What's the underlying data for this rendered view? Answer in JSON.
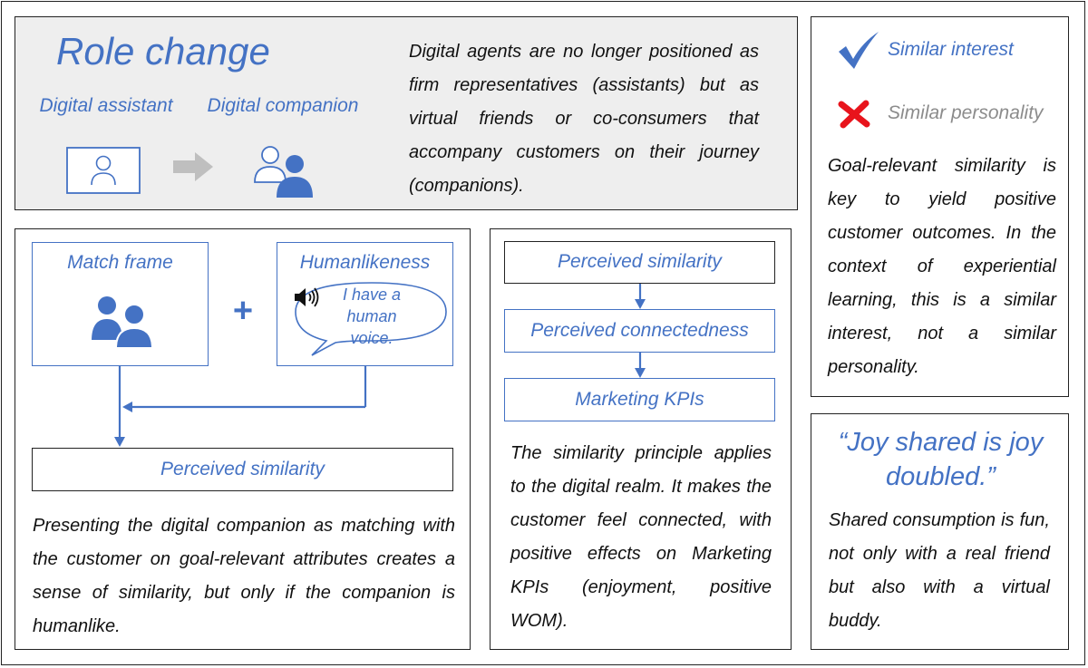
{
  "role_change": {
    "title": "Role change",
    "left_label": "Digital assistant",
    "right_label": "Digital companion",
    "description": "Digital agents are no longer positioned as firm representatives (assistants) but as virtual friends or co-consumers that accompany customers on their journey (companions)."
  },
  "similarity_types": {
    "positive_label": "Similar interest",
    "negative_label": "Similar personality",
    "description": "Goal-relevant similarity is key to yield positive customer outcomes. In the context of experiential learning, this is a similar interest, not a similar personality."
  },
  "match_panel": {
    "match_frame_label": "Match frame",
    "plus": "+",
    "humanlikeness_label": "Humanlikeness",
    "speech_bubble": "I have a human voice.",
    "result_label": "Perceived similarity",
    "description": "Presenting the digital companion as matching with the customer on goal-relevant attributes creates a sense of similarity, but only if the companion is humanlike."
  },
  "flow_panel": {
    "step1": "Perceived similarity",
    "step2": "Perceived connectedness",
    "step3": "Marketing KPIs",
    "description": "The similarity principle applies to the digital realm. It makes the customer feel connected, with positive effects on Marketing KPIs (enjoyment, positive WOM)."
  },
  "quote_panel": {
    "quote": "“Joy shared is joy doubled.”",
    "description": "Shared consumption is fun, not only with a real friend but also with a virtual buddy."
  },
  "colors": {
    "accent": "#4472C4",
    "panel_gray": "#EEEEEE",
    "cross_red": "#E8141C",
    "arrow_gray": "#BFBFBF"
  }
}
